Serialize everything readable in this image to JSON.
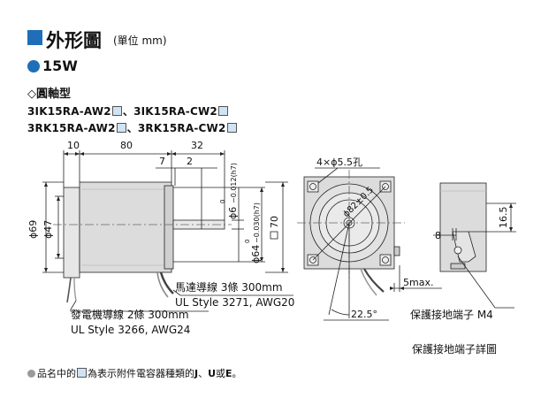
{
  "header": {
    "title": "外形圖",
    "unit": "(單位 mm)"
  },
  "power": "15W",
  "shaft_type": "◇圓軸型",
  "models": {
    "line1_a": "3IK15RA-AW2",
    "sep1": "、",
    "line1_b": "3IK15RA-CW2",
    "line2_a": "3RK15RA-AW2",
    "sep2": "、",
    "line2_b": "3RK15RA-CW2"
  },
  "drawing": {
    "dim_10": "10",
    "dim_80": "80",
    "dim_32": "32",
    "dim_7": "7",
    "dim_2": "2",
    "dim_phi69": "ϕ69",
    "dim_phi47": "ϕ47",
    "dim_shaft": "ϕ6",
    "dim_shaft_tol_a": "0",
    "dim_shaft_tol_b": "−0.012(h7)",
    "dim_pilot": "ϕ64",
    "dim_pilot_tol_a": "0",
    "dim_pilot_tol_b": "−0.030(h7)",
    "dim_square": "70",
    "holes": "4×ϕ5.5孔",
    "pcd": "ϕ82±0.5",
    "angle": "22.5°",
    "dim_5max": "5max.",
    "dim_8": "8",
    "dim_16_5": "16.5",
    "motor_lead_1": "馬達導線 3條 300mm",
    "motor_lead_2": "UL Style 3271, AWG20",
    "cap_lead_1": "發電機導線 2條 300mm",
    "cap_lead_2": "UL Style 3266, AWG24",
    "ground_label": "保護接地端子 M4",
    "ground_detail": "保護接地端子詳圖"
  },
  "footnote": {
    "pre": "品名中的",
    "post": "為表示附件電容器種類的",
    "j": "J",
    "sep_a": "、",
    "u": "U",
    "or": "或",
    "e": "E",
    "end": "。"
  },
  "colors": {
    "accent": "#1e6fb8",
    "body_fill": "#dcdcdc",
    "box_fill": "#cfe3f5"
  }
}
